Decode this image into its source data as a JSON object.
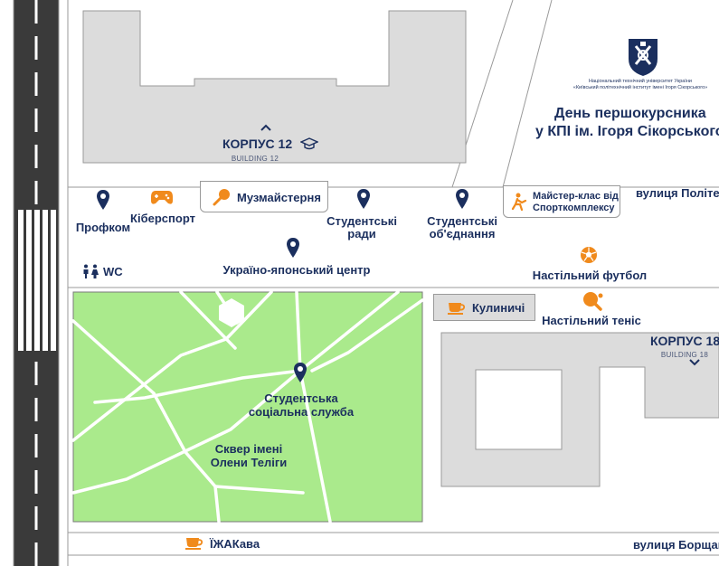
{
  "header": {
    "university_line1": "Національний технічний університет України",
    "university_line2": "«Київський політехнічний інститут імені Ігоря Сікорського»",
    "event_line1": "День першокурсника",
    "event_line2": "у КПІ ім. Ігоря Сікорського"
  },
  "buildings": {
    "building12_title": "КОРПУС 12",
    "building12_subtitle": "BUILDING 12",
    "building18_title": "КОРПУС 18",
    "building18_subtitle": "BUILDING 18"
  },
  "streets": {
    "polytech": "вулиця Політех",
    "borshch": "вулиця Борщаг"
  },
  "places": {
    "muzmaisternia": "Музмайстерня",
    "profkom": "Профком",
    "kibersport": "Кіберспорт",
    "student_council_1": "Студентські",
    "student_council_2": "ради",
    "student_unions_1": "Студентські",
    "student_unions_2": "об'єднання",
    "master_class_1": "Майстер-клас від",
    "master_class_2": "Спорткомплексу",
    "wc": "WC",
    "ukr_jp_center": "Україно-японський центр",
    "table_football": "Настільний футбол",
    "table_tennis": "Настільний теніс",
    "kulynychi": "Кулиничі",
    "social_service_1": "Студентська",
    "social_service_2": "соціальна служба",
    "square_1": "Сквер імені",
    "square_2": "Олени Теліги",
    "izhakava": "ЇЖАКава"
  },
  "colors": {
    "navy": "#1b2f5e",
    "orange": "#f08a1c",
    "park": "#aaea8c",
    "building": "#dcdcdc",
    "road": "#3a3a3a"
  },
  "icons": [
    "map-pin-icon",
    "gamepad-icon",
    "microphone-icon",
    "runner-icon",
    "toilet-icon",
    "soccer-ball-icon",
    "ping-pong-icon",
    "coffee-cup-icon",
    "graduation-cap-icon",
    "chevron-up-icon",
    "chevron-down-icon",
    "hexagon-icon",
    "kpi-logo"
  ]
}
